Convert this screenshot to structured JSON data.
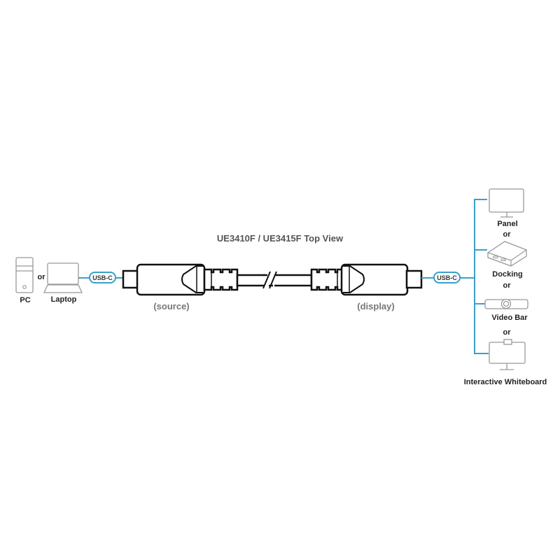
{
  "title": "UE3410F / UE3415F Top View",
  "source": {
    "label": "(source)",
    "devices": [
      {
        "label": "PC",
        "icon": "pc-tower-icon"
      },
      {
        "label": "Laptop",
        "icon": "laptop-icon"
      }
    ],
    "or": "or",
    "connector": "USB-C"
  },
  "display": {
    "label": "(display)",
    "connector": "USB-C",
    "devices": [
      {
        "label": "Panel",
        "icon": "monitor-icon"
      },
      {
        "label": "Docking",
        "icon": "docking-station-icon"
      },
      {
        "label": "Video Bar",
        "icon": "video-bar-icon"
      },
      {
        "label": "Interactive Whiteboard",
        "icon": "whiteboard-icon"
      }
    ],
    "separators": [
      "or",
      "or",
      "or"
    ]
  },
  "colors": {
    "accent": "#3b9fc9",
    "device": "#999999",
    "cable": "#111111"
  }
}
